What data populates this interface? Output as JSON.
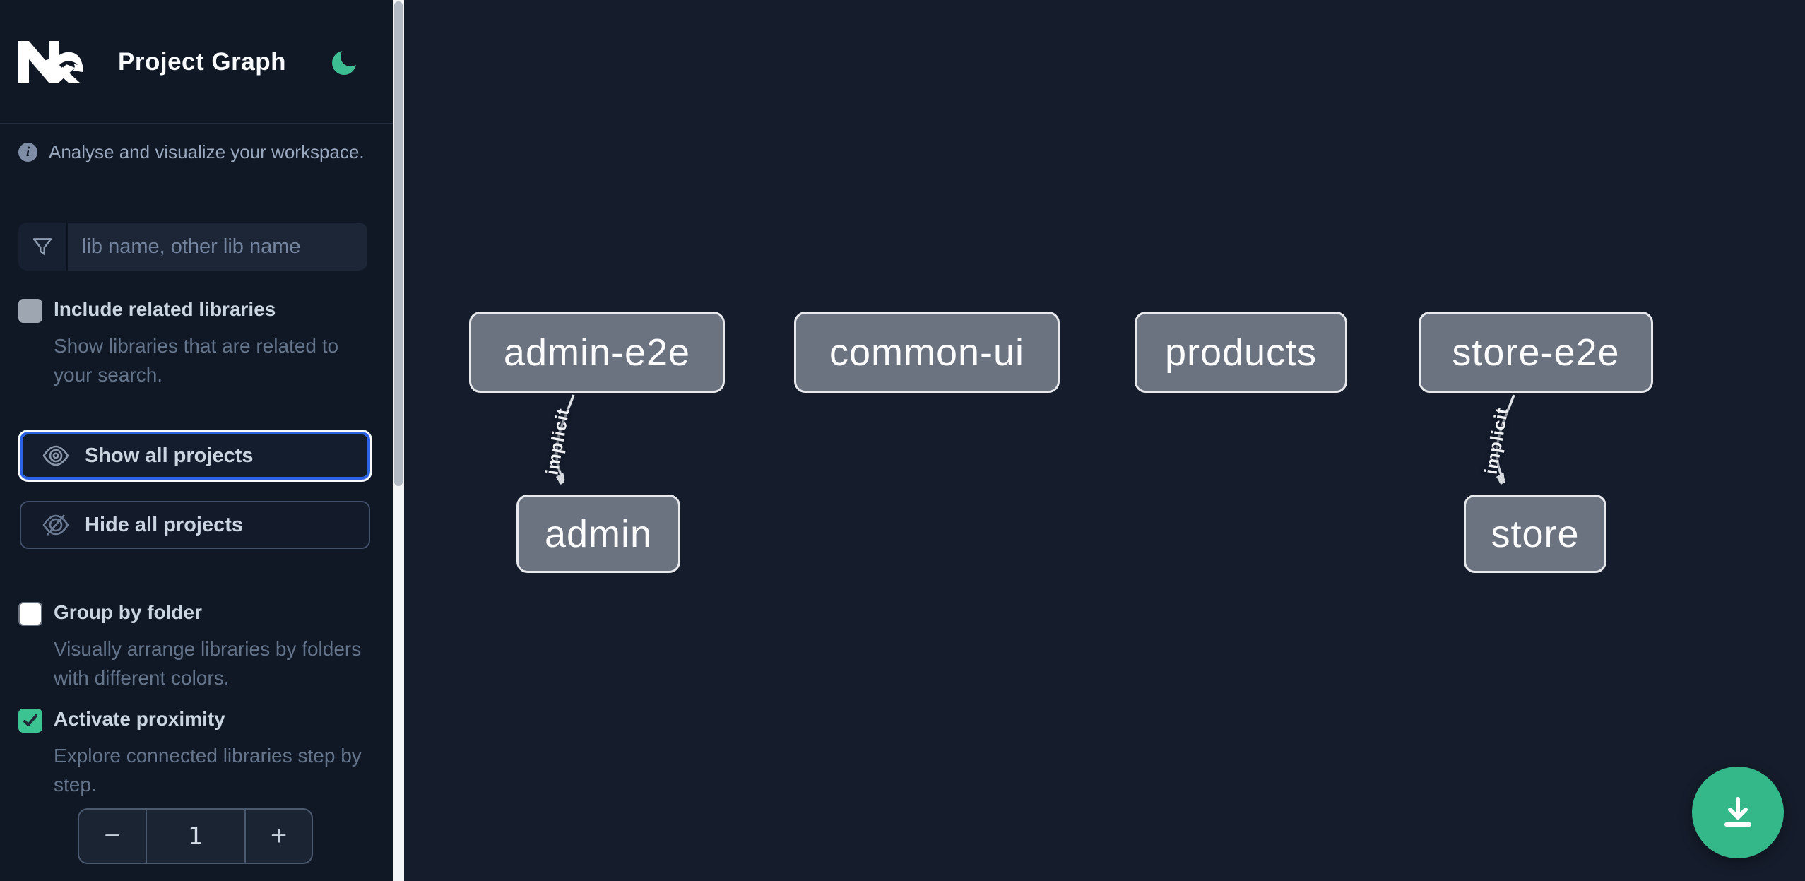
{
  "header": {
    "title": "Project Graph",
    "logo": "nx-logo",
    "theme_toggle": "moon-icon"
  },
  "sidebar": {
    "info_text": "Analyse and visualize your workspace.",
    "search": {
      "icon": "funnel-icon",
      "placeholder": "lib name, other lib name",
      "value": ""
    },
    "options": [
      {
        "label": "Include related libraries",
        "description": "Show libraries that are related to your search.",
        "checked": false
      },
      {
        "label": "Group by folder",
        "description": "Visually arrange libraries by folders with different colors.",
        "checked": false
      },
      {
        "label": "Activate proximity",
        "description": "Explore connected libraries step by step.",
        "checked": true
      }
    ],
    "buttons": {
      "show_all": "Show all projects",
      "show_all_icon": "eye-icon",
      "hide_all": "Hide all projects",
      "hide_all_icon": "eye-off-icon"
    },
    "stepper": {
      "decrement": "−",
      "value": "1",
      "increment": "+"
    }
  },
  "canvas": {
    "nodes": [
      {
        "label": "admin-e2e"
      },
      {
        "label": "common-ui"
      },
      {
        "label": "products"
      },
      {
        "label": "store-e2e"
      },
      {
        "label": "admin"
      },
      {
        "label": "store"
      }
    ],
    "edges": [
      {
        "from": "admin-e2e",
        "to": "admin",
        "label": "implicit"
      },
      {
        "from": "store-e2e",
        "to": "store",
        "label": "implicit"
      }
    ]
  },
  "fab": {
    "icon": "download-icon"
  },
  "colors": {
    "accent_green": "#35b889",
    "checkbox_green": "#3bc492",
    "focus_blue": "#2c63e6",
    "node_fill": "#6b7280",
    "node_border": "#e7e9ed",
    "sidebar_bg": "#101826",
    "canvas_bg": "#151c2b"
  }
}
